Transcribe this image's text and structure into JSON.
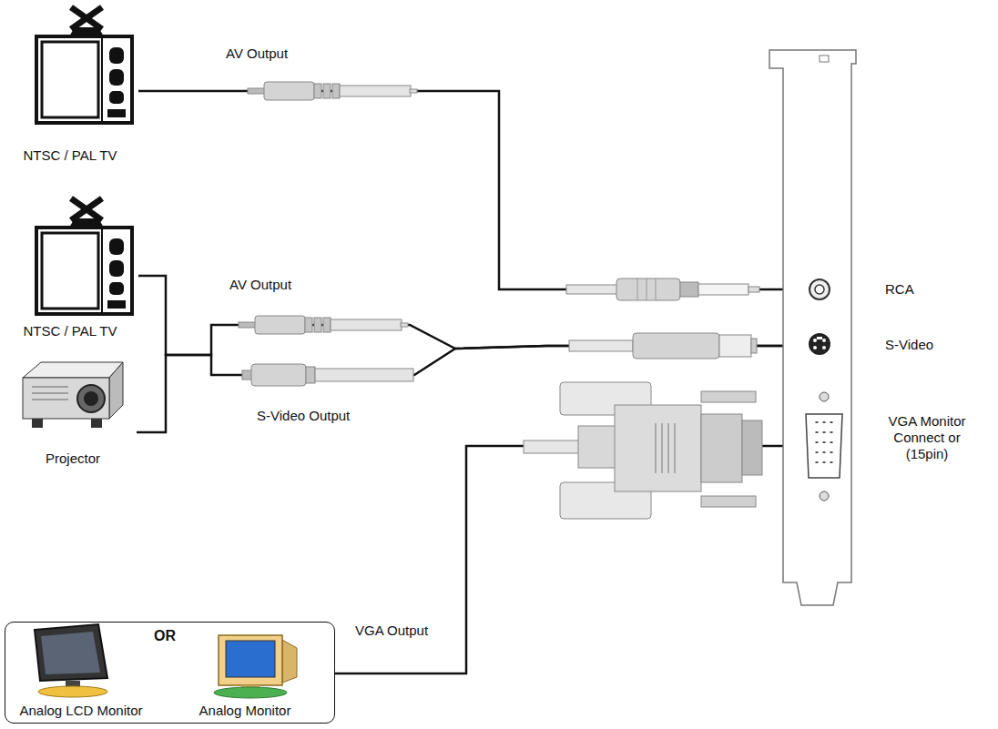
{
  "diagram": {
    "nodes": [
      {
        "text": [
          "NTSC / PAL TV"
        ]
      },
      {
        "text": [
          "NTSC / PAL TV"
        ]
      },
      {
        "text": [
          "Projector"
        ]
      },
      {
        "text": [
          "OR"
        ]
      },
      {
        "text": [
          "Analog LCD Monitor"
        ],
        "in": 3
      },
      {
        "text": [
          "Analog Monitor"
        ],
        "in": 3
      },
      {
        "text": [
          "RCA"
        ]
      },
      {
        "text": [
          "S-Video"
        ]
      },
      {
        "text": [
          "VGA Monitor Connect or (15pin)"
        ]
      }
    ],
    "edges": [
      {
        "from": 0,
        "to": 6,
        "arrow": "none",
        "label": "AV Output"
      },
      {
        "from": 1,
        "to": 7,
        "arrow": "none"
      },
      {
        "from": 2,
        "to": 7,
        "arrow": "none"
      },
      {
        "from": 3,
        "to": 8,
        "arrow": "none",
        "label": "VGA Output"
      }
    ],
    "labels": [
      "AV Output",
      "S-Video Output"
    ]
  }
}
